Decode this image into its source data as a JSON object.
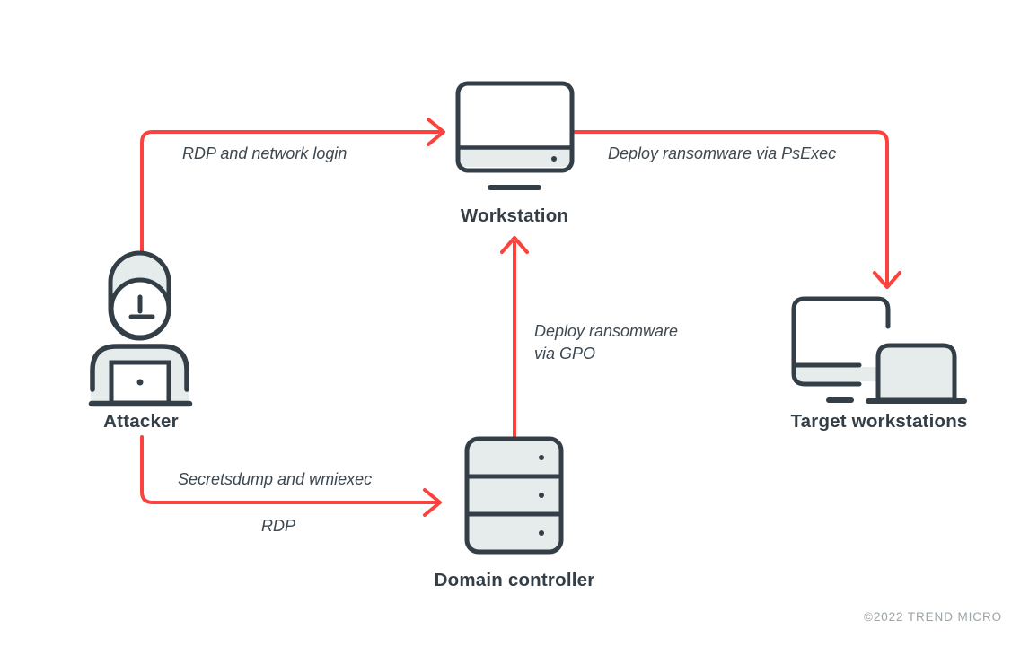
{
  "colors": {
    "red": "#fb423e",
    "dark": "#333e47",
    "light": "#e6ebec",
    "muted": "#9ba5a9"
  },
  "nodes": {
    "attacker": {
      "label": "Attacker"
    },
    "workstation": {
      "label": "Workstation"
    },
    "domain_controller": {
      "label": "Domain controller"
    },
    "target_workstations": {
      "label": "Target workstations"
    }
  },
  "edges": {
    "attacker_to_workstation": {
      "label": "RDP and network login"
    },
    "workstation_to_targets": {
      "label": "Deploy ransomware via PsExec"
    },
    "dc_to_workstation": {
      "line1": "Deploy ransomware",
      "line2": "via GPO"
    },
    "attacker_to_dc": {
      "label_top": "Secretsdump and wmiexec",
      "label_bottom": "RDP"
    }
  },
  "footer": {
    "copyright": "©2022 TREND MICRO"
  }
}
